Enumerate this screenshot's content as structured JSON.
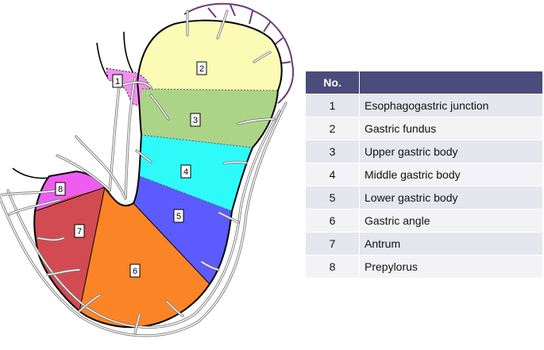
{
  "legend": {
    "header_no": "No.",
    "header_name": "",
    "rows": [
      {
        "no": "1",
        "name": "Esophagogastric junction"
      },
      {
        "no": "2",
        "name": "Gastric fundus"
      },
      {
        "no": "3",
        "name": "Upper gastric body"
      },
      {
        "no": "4",
        "name": "Middle gastric body"
      },
      {
        "no": "5",
        "name": "Lower gastric body"
      },
      {
        "no": "6",
        "name": "Gastric angle"
      },
      {
        "no": "7",
        "name": "Antrum"
      },
      {
        "no": "8",
        "name": "Prepylorus"
      }
    ]
  },
  "regions": [
    {
      "no": "1",
      "color": "#f38ff0"
    },
    {
      "no": "2",
      "color": "#fbfbb5"
    },
    {
      "no": "3",
      "color": "#acd486"
    },
    {
      "no": "4",
      "color": "#2ffafa"
    },
    {
      "no": "5",
      "color": "#5b5bff"
    },
    {
      "no": "6",
      "color": "#fb8426"
    },
    {
      "no": "7",
      "color": "#d24b52"
    },
    {
      "no": "8",
      "color": "#ee5df0"
    }
  ],
  "colors": {
    "outline": "#000000",
    "vessel": "#7a7a7a",
    "omentum": "#6b3a7a",
    "header_bg": "#4b4b7c"
  }
}
